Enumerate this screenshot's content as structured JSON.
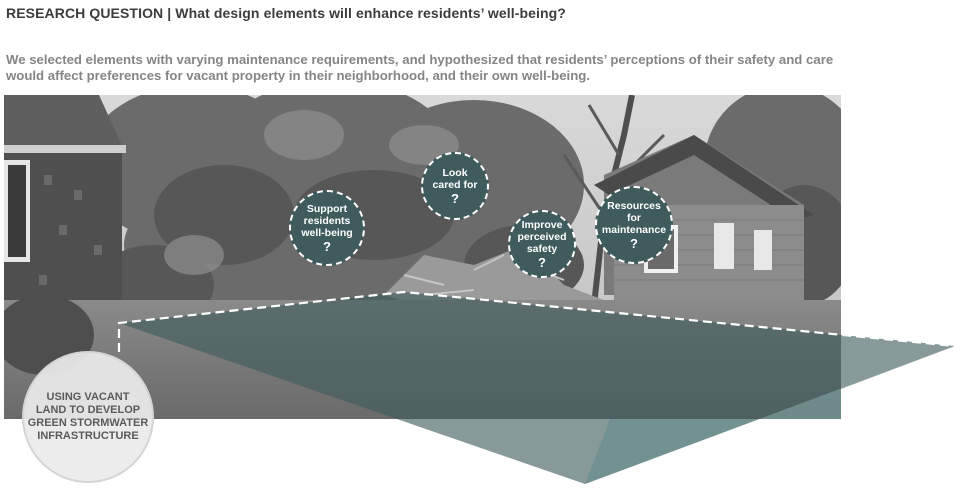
{
  "header": {
    "title": "RESEARCH QUESTION | What design elements will enhance residents’ well-being?",
    "intro_lines": [
      "We selected elements with varying maintenance requirements, and hypothesized that residents’ perceptions of their safety and care",
      "would affect preferences for vacant property in their neighborhood, and their own well-being."
    ]
  },
  "bubbles": [
    {
      "lines": [
        "Support",
        "residents",
        "well-being"
      ],
      "mark": "?"
    },
    {
      "lines": [
        "Look",
        "cared for"
      ],
      "mark": "?"
    },
    {
      "lines": [
        "Improve",
        "perceived",
        "safety"
      ],
      "mark": "?"
    },
    {
      "lines": [
        "Resources",
        "for",
        "maintenance"
      ],
      "mark": "?"
    }
  ],
  "badge": {
    "lines": [
      "USING VACANT",
      "LAND TO DEVELOP",
      "GREEN  STORMWATER",
      "INFRASTRUCTURE"
    ]
  },
  "colors": {
    "overlay_teal": "#3f5b5c",
    "plane_fill": "#6f8f8e",
    "title_text": "#3c3c3c",
    "intro_text": "#858585"
  }
}
